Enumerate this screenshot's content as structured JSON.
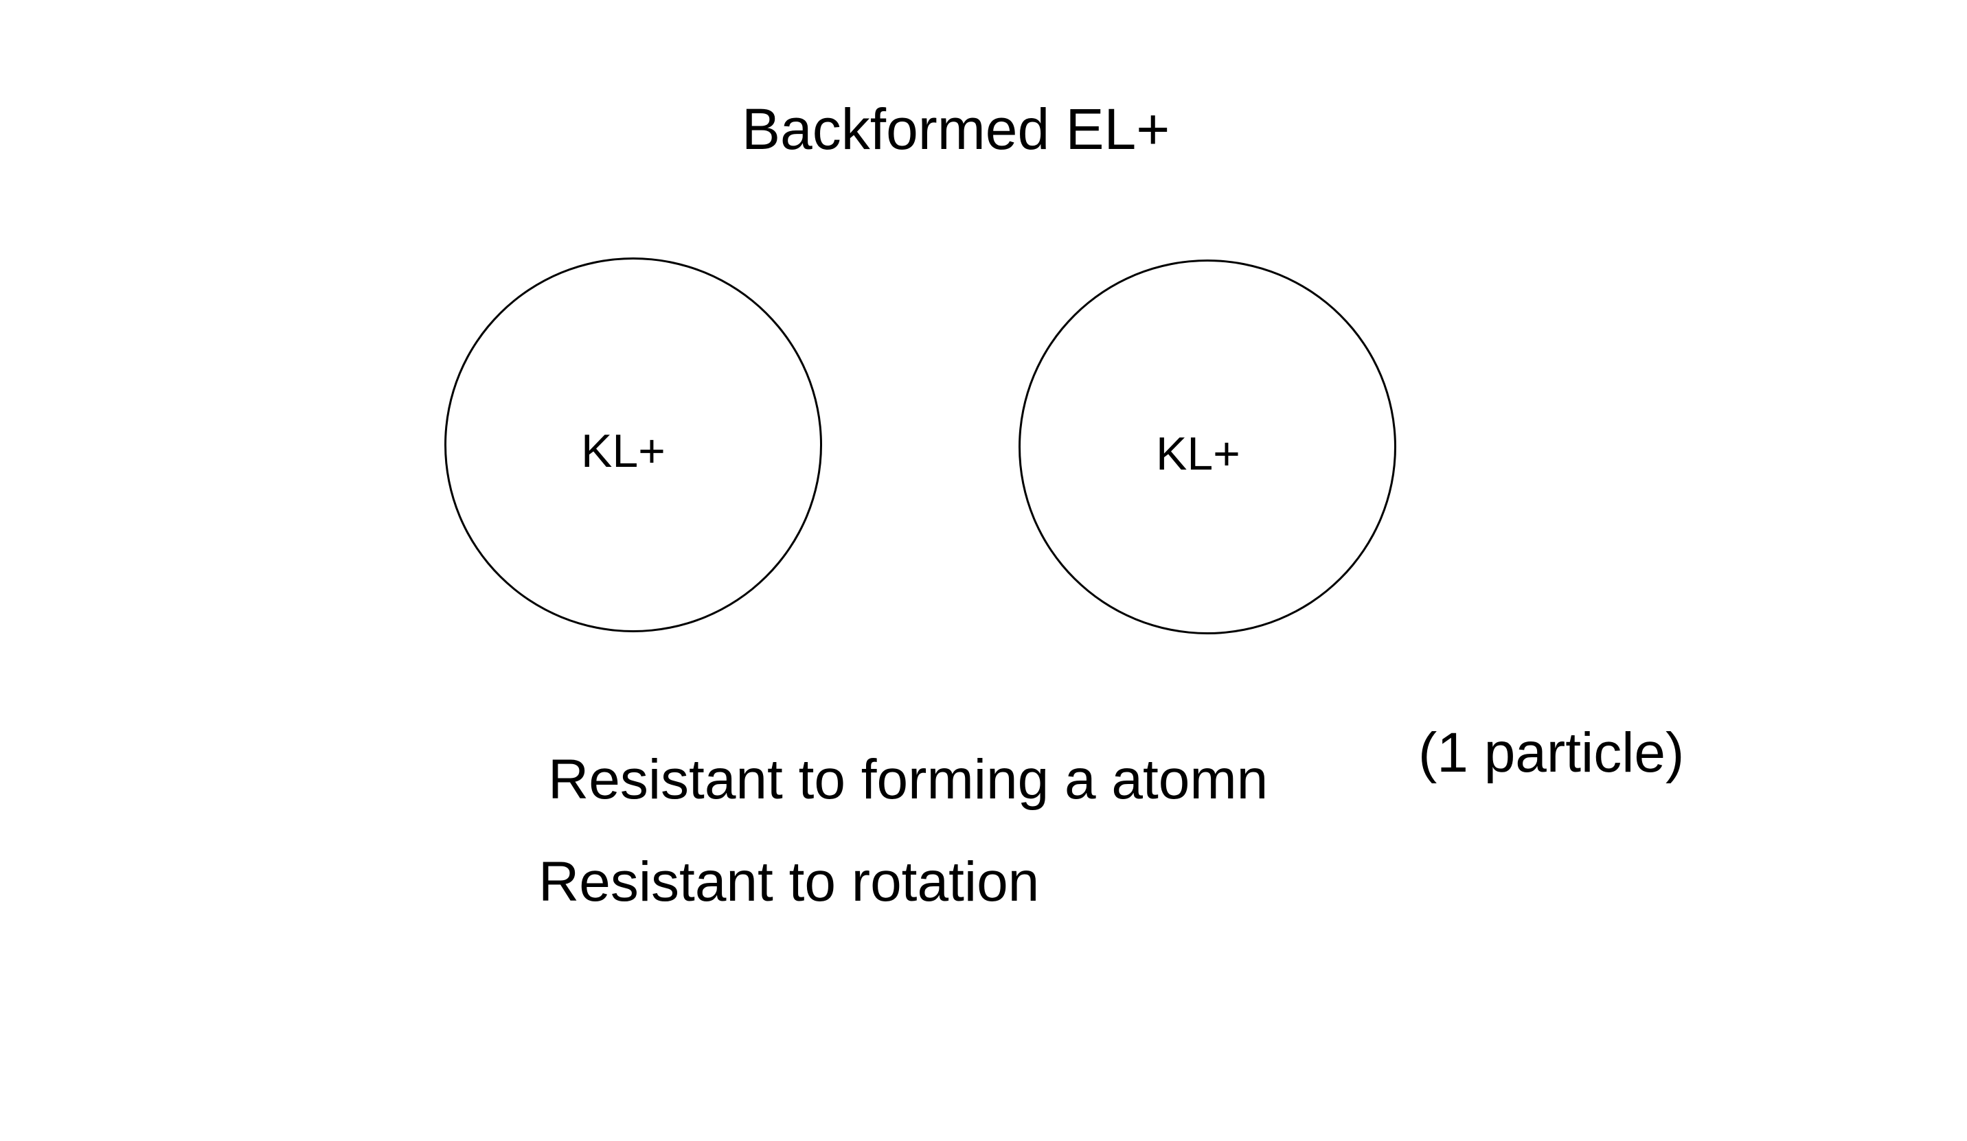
{
  "diagram": {
    "title": "Backformed EL+",
    "nodes": [
      {
        "label": "KL+"
      },
      {
        "label": "KL+"
      }
    ],
    "notes": {
      "forming": "Resistant to forming a atomn",
      "rotation": "Resistant to rotation",
      "count": "(1 particle)"
    }
  }
}
